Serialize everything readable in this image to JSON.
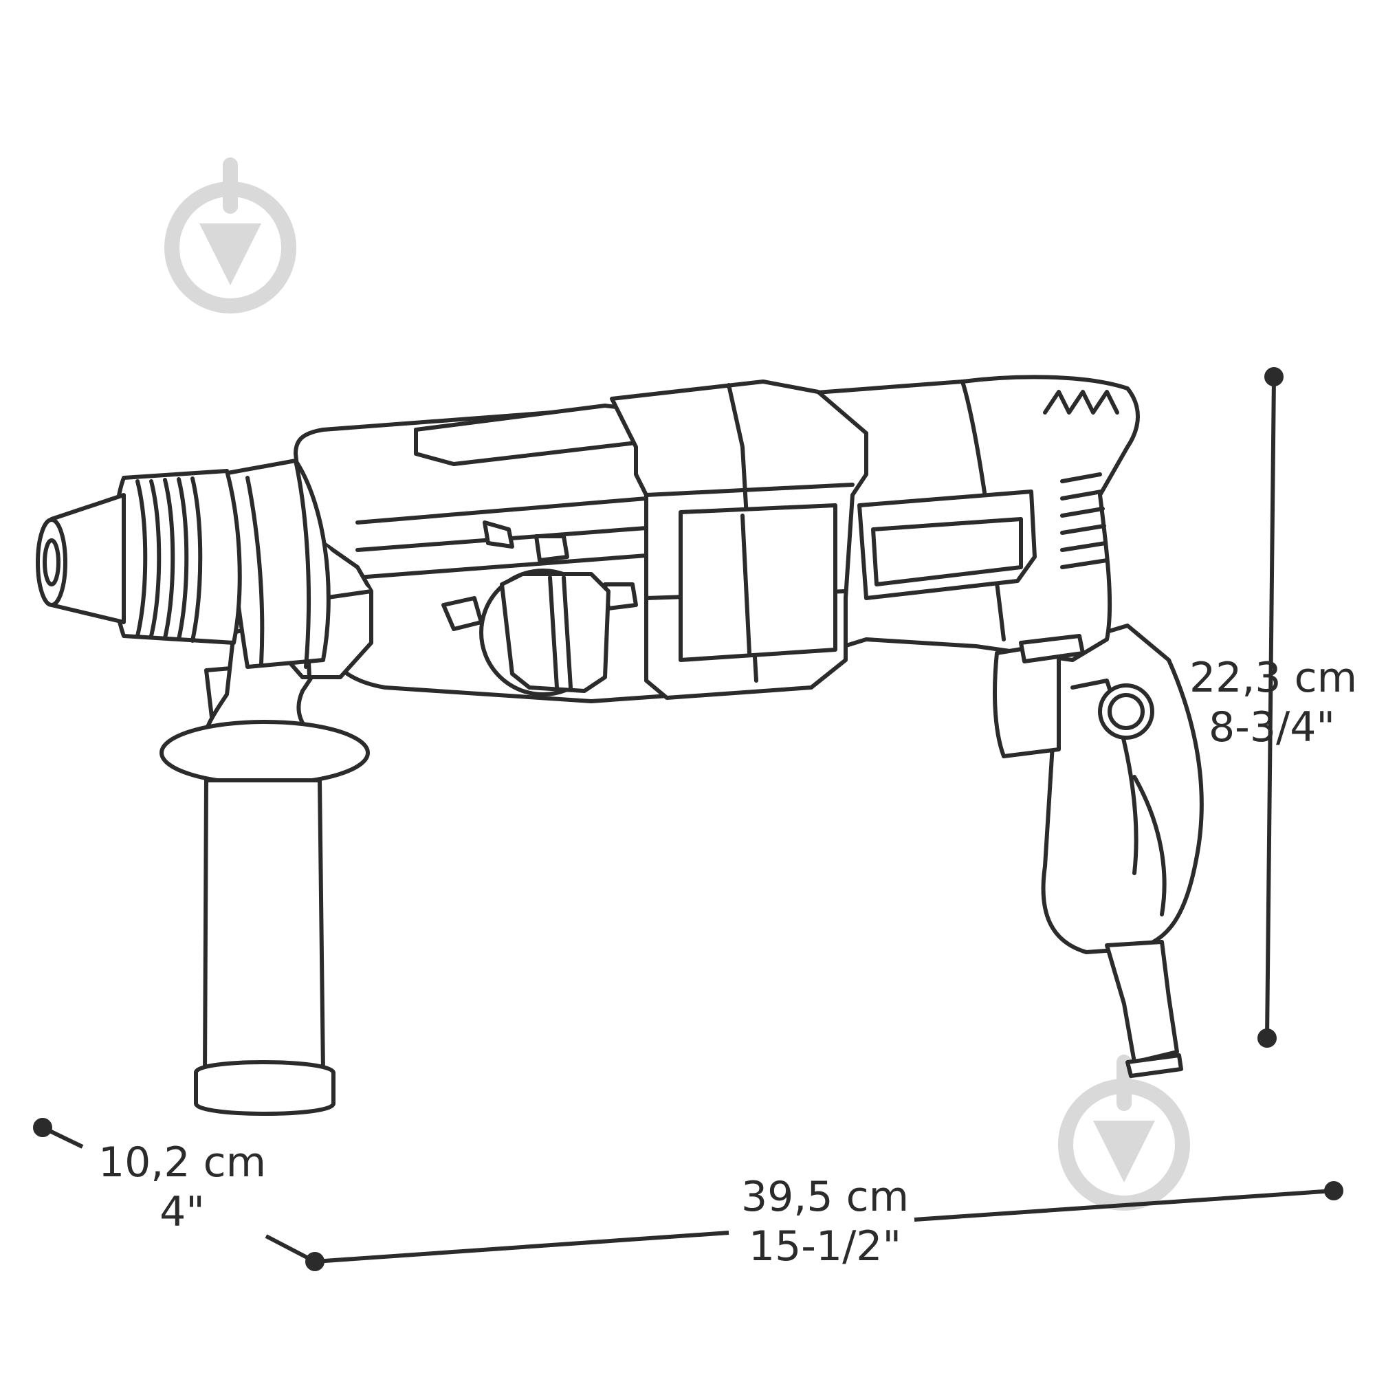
{
  "dimensions": {
    "height": {
      "metric": "22,3 cm",
      "imperial": "8-3/4\""
    },
    "width": {
      "metric": "39,5 cm",
      "imperial": "15-1/2\""
    },
    "depth": {
      "metric": "10,2 cm",
      "imperial": "4\""
    }
  },
  "colors": {
    "line": "#2b2b2b",
    "watermark": "#d9d9d9",
    "background": "#ffffff"
  },
  "icons": {
    "watermark": "pin-watermark-icon"
  }
}
